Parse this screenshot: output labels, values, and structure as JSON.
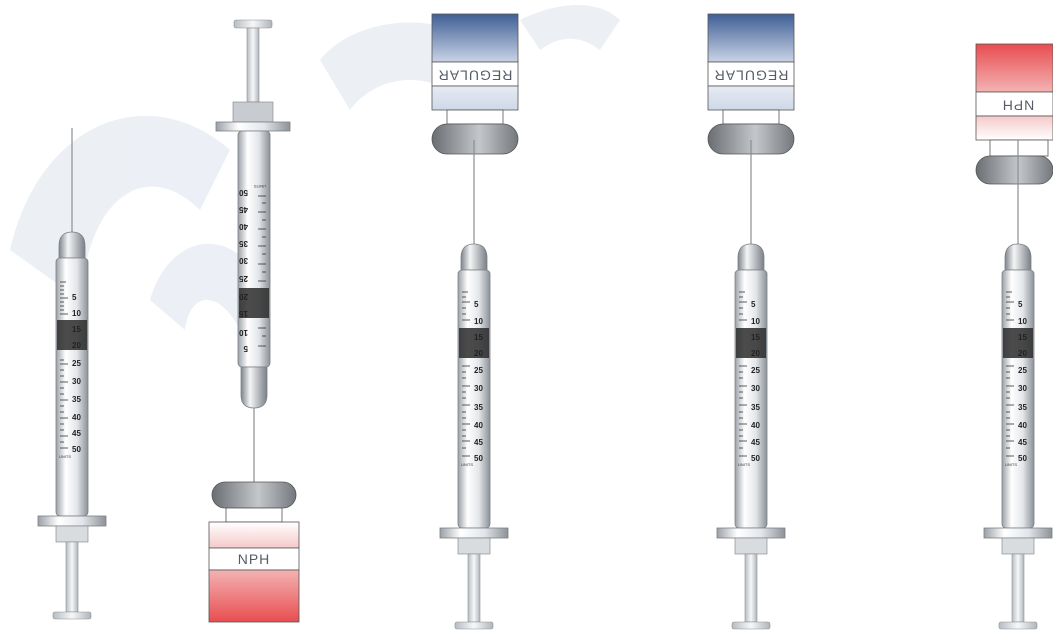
{
  "diagram": {
    "vial_labels": {
      "nph": "NPH",
      "regular": "REGULAR"
    },
    "syringe_scale": {
      "major_ticks": [
        "5",
        "10",
        "15",
        "20",
        "25",
        "30",
        "35",
        "40",
        "45",
        "50"
      ],
      "units_label": "UNITS"
    },
    "colors": {
      "nph_vial": "#e85a5a",
      "regular_vial": "#3f5f95",
      "watermark": "#dde3ed"
    }
  }
}
